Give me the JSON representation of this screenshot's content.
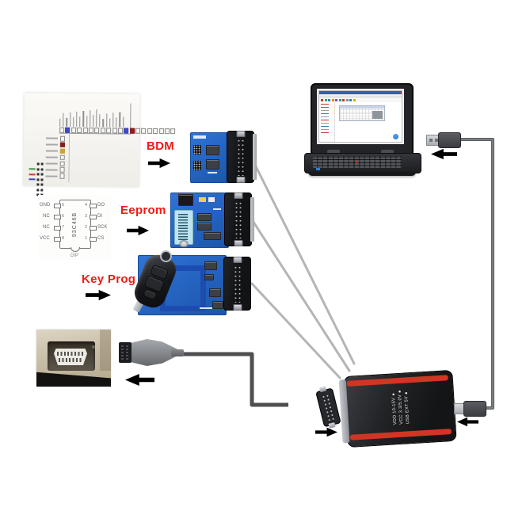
{
  "page": {
    "background": "#ffffff"
  },
  "adapters": {
    "bdm_label": "BDM",
    "eeprom_label": "Eeprom",
    "keyprog_label": "Key Prog",
    "label_color": "#ed1c16"
  },
  "chip_diagram": {
    "chip_name": "93C46B",
    "package_label": "DIP",
    "left_pins": [
      {
        "num": "5",
        "name": "GND"
      },
      {
        "num": "6",
        "name": "NC"
      },
      {
        "num": "7",
        "name": "NC"
      },
      {
        "num": "8",
        "name": "VCC"
      }
    ],
    "right_pins": [
      {
        "num": "4",
        "name": "DO"
      },
      {
        "num": "3",
        "name": "DI"
      },
      {
        "num": "2",
        "name": "SCK"
      },
      {
        "num": "1",
        "name": "CS"
      }
    ]
  },
  "main_unit": {
    "led_labels": [
      "VDD 10-15V",
      "VCC 3.3/5.0V",
      "USB EXT 5V"
    ],
    "body_color": "#1b1c1e",
    "stripe_color": "#d23524"
  },
  "pinout_doc": {
    "header_tick_count": 20,
    "header_box_count": 20,
    "header_filled": {
      "1": "#3d49c0",
      "11": "#3d49c0",
      "12": "#8a1d1d"
    },
    "row_count": 7,
    "row_filled": {
      "1": "#7c2020",
      "2": "#c9a23a"
    },
    "legend_rows": [
      {
        "type": "pair"
      },
      {
        "type": "color",
        "color": "#2f9e44"
      },
      {
        "type": "color",
        "color": "#d23a2e"
      },
      {
        "type": "color",
        "color": "#3d49c0"
      },
      {
        "type": "pair"
      },
      {
        "type": "pair"
      },
      {
        "type": "pair"
      }
    ]
  },
  "laptop_screen": {
    "titlebar_color": "#2e64ad",
    "toolbar_colors": [
      "#c0392b",
      "#27ae60",
      "#2980b9",
      "#e67e22",
      "#8e44ad",
      "#16a085",
      "#c0392b",
      "#7f8c8d",
      "#2980b9",
      "#d4ac0d"
    ],
    "tree_row_colors": [
      "#c0392b",
      "#2980b9",
      "#9aa0a6",
      "#2980b9",
      "#9aa0a6",
      "#c0392b",
      "#9aa0a6",
      "#2980b9",
      "#9aa0a6",
      "#c0392b"
    ]
  }
}
